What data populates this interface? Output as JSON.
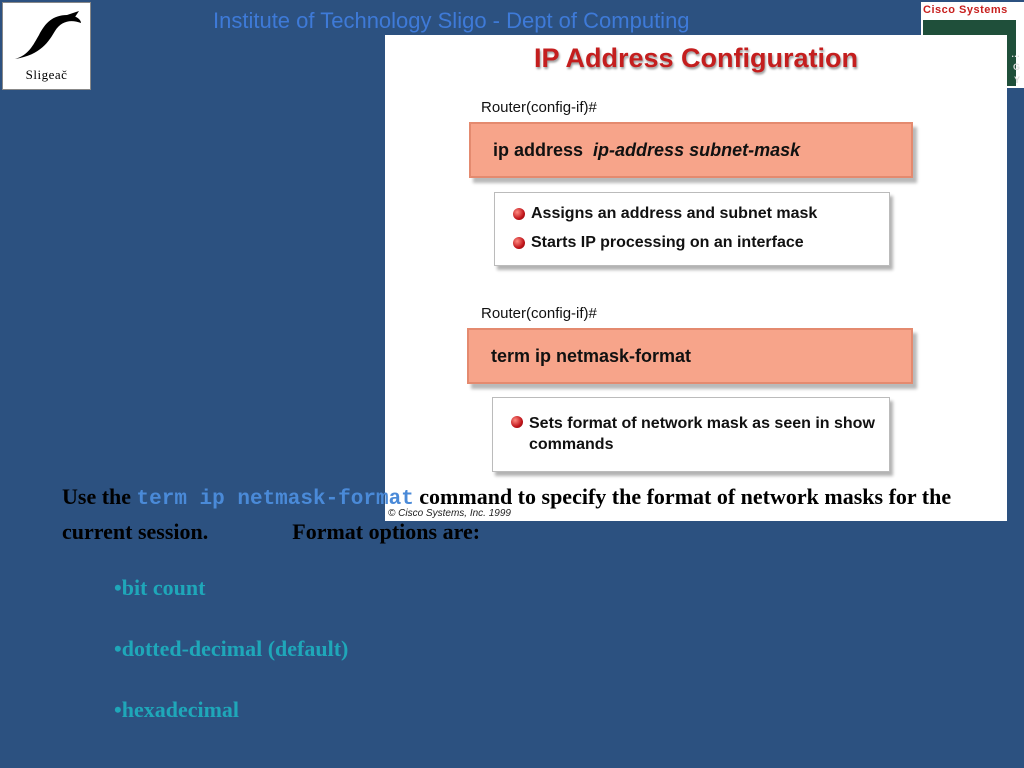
{
  "header": {
    "title": "Institute of Technology Sligo - Dept of Computing"
  },
  "sligo_logo": {
    "text": "Sligeač"
  },
  "cisco_logo": {
    "name": "Cisco Systems",
    "side_text": "…\nG\nY"
  },
  "figure": {
    "title": "IP Address Configuration",
    "section1": {
      "prompt": "Router(config-if)#",
      "command": "ip address",
      "args": "ip-address subnet-mask",
      "bullets": [
        "Assigns an address and subnet mask",
        "Starts IP processing on an interface"
      ]
    },
    "section2": {
      "prompt": "Router(config-if)#",
      "command": "term ip netmask-format",
      "bullets": [
        "Sets format of network mask as seen in show commands"
      ]
    },
    "copyright": "© Cisco Systems, Inc. 1999"
  },
  "body": {
    "intro_before": "Use the ",
    "intro_code": "term ip netmask-format",
    "intro_after": " command to specify the format of network masks for the current session.",
    "options_label": "Format options are:",
    "options": [
      "•bit count",
      "•dotted-decimal (default)",
      "•hexadecimal"
    ]
  },
  "colors": {
    "background": "#2c5180",
    "header_text": "#3e7ad8",
    "option_text": "#1fa7b9",
    "command_fill": "#f7a48a",
    "title_red": "#c41e1e"
  }
}
